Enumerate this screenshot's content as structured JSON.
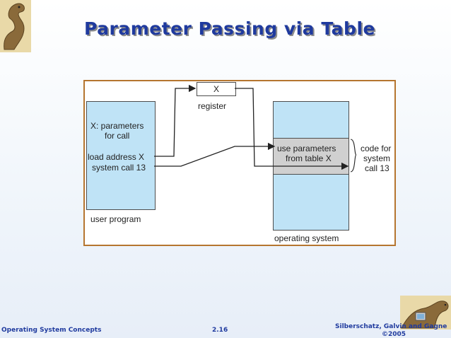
{
  "slide": {
    "title": "Parameter Passing via Table"
  },
  "diagram": {
    "register_value": "X",
    "register_label": "register",
    "user_box": {
      "line1": "X: parameters",
      "line2": "for call",
      "line3": "load address X",
      "line4": "system call 13",
      "caption": "user program"
    },
    "os_box": {
      "line1": "use parameters",
      "line2": "from table X",
      "caption": "operating system"
    },
    "code_label": {
      "line1": "code for",
      "line2": "system",
      "line3": "call 13"
    }
  },
  "footer": {
    "left": "Operating System Concepts",
    "center": "2.16",
    "right": "Silberschatz, Galvin and Gagne",
    "right2": "©2005"
  },
  "colors": {
    "title": "#1f3a9e",
    "box_fill": "#bfe3f6",
    "highlight_fill": "#d0d0d0",
    "frame": "#b5752f"
  }
}
